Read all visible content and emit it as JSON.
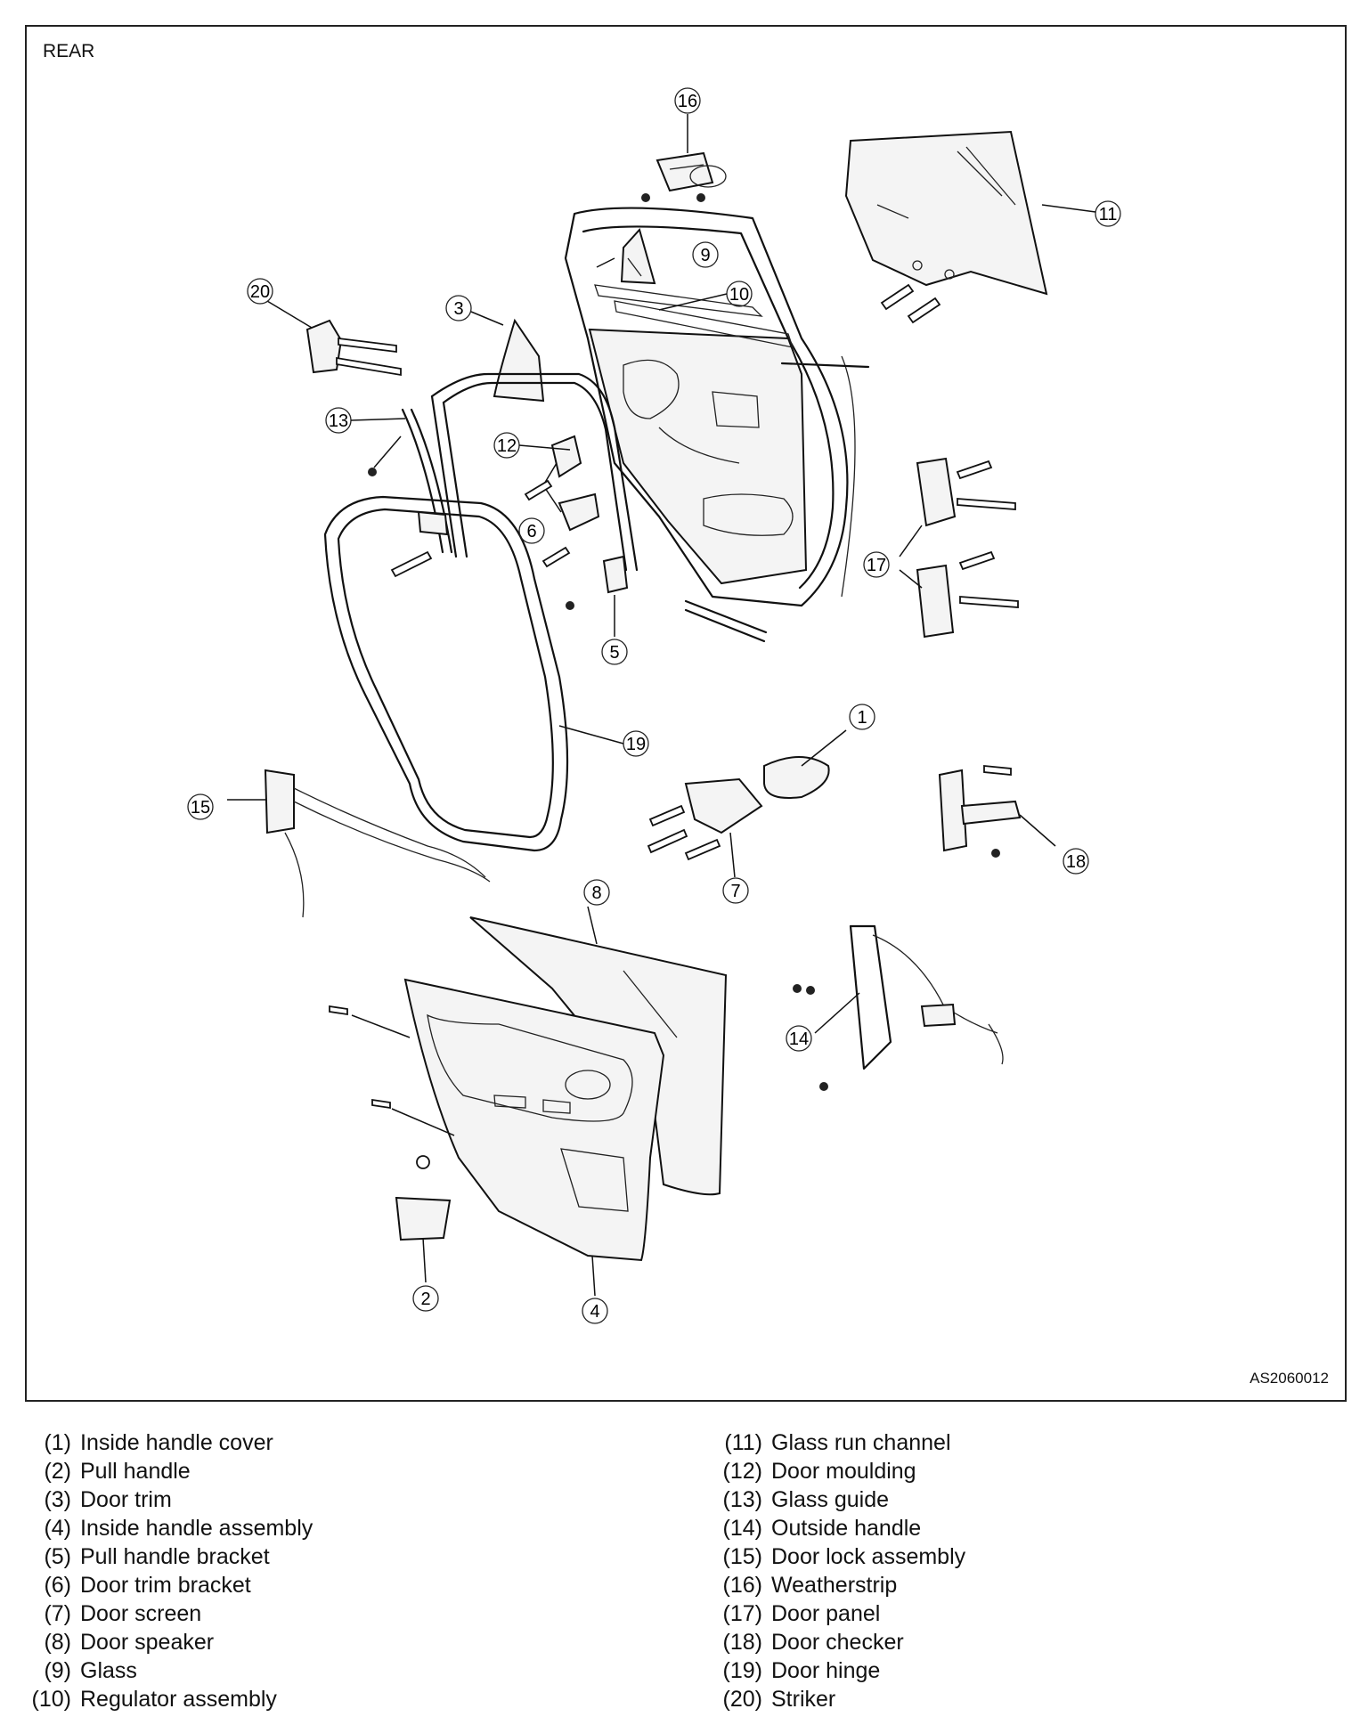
{
  "frame": {
    "title": "REAR",
    "figure_code": "AS2060012"
  },
  "callouts": [
    "1",
    "2",
    "3",
    "4",
    "5",
    "6",
    "7",
    "8",
    "9",
    "10",
    "11",
    "12",
    "13",
    "14",
    "15",
    "16",
    "17",
    "18",
    "19",
    "20"
  ],
  "legend": {
    "left": [
      {
        "num": "(1)",
        "label": "Inside handle cover"
      },
      {
        "num": "(2)",
        "label": "Pull handle"
      },
      {
        "num": "(3)",
        "label": "Door trim"
      },
      {
        "num": "(4)",
        "label": "Inside handle assembly"
      },
      {
        "num": "(5)",
        "label": "Pull handle bracket"
      },
      {
        "num": "(6)",
        "label": "Door trim bracket"
      },
      {
        "num": "(7)",
        "label": "Door screen"
      },
      {
        "num": "(8)",
        "label": "Door speaker"
      },
      {
        "num": "(9)",
        "label": "Glass"
      },
      {
        "num": "(10)",
        "label": "Regulator assembly"
      }
    ],
    "right": [
      {
        "num": "(11)",
        "label": "Glass run channel"
      },
      {
        "num": "(12)",
        "label": "Door moulding"
      },
      {
        "num": "(13)",
        "label": "Glass guide"
      },
      {
        "num": "(14)",
        "label": "Outside handle"
      },
      {
        "num": "(15)",
        "label": "Door lock assembly"
      },
      {
        "num": "(16)",
        "label": "Weatherstrip"
      },
      {
        "num": "(17)",
        "label": "Door panel"
      },
      {
        "num": "(18)",
        "label": "Door checker"
      },
      {
        "num": "(19)",
        "label": "Door hinge"
      },
      {
        "num": "(20)",
        "label": "Striker"
      }
    ]
  }
}
